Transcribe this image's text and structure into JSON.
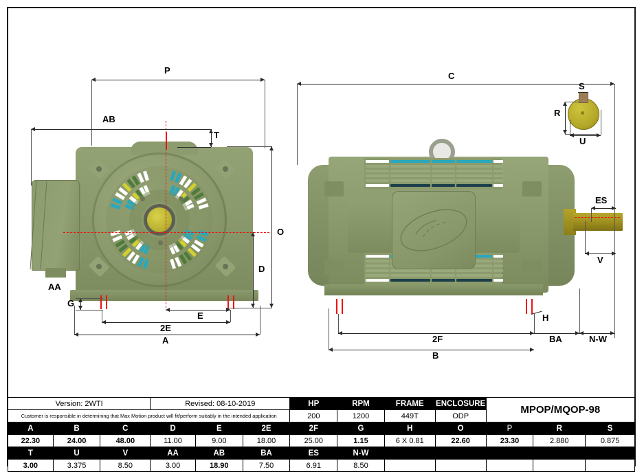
{
  "drawing": {
    "left_view_labels": [
      "P",
      "AB",
      "T",
      "O",
      "D",
      "AA",
      "G",
      "E",
      "2E",
      "A"
    ],
    "right_view_labels": [
      "C",
      "S",
      "R",
      "U",
      "ES",
      "V",
      "H",
      "2F",
      "BA",
      "N-W",
      "B"
    ],
    "label_P": "P",
    "label_AB": "AB",
    "label_T": "T",
    "label_O": "O",
    "label_D": "D",
    "label_AA": "AA",
    "label_G": "G",
    "label_E": "E",
    "label_2E": "2E",
    "label_A": "A",
    "label_C": "C",
    "label_S": "S",
    "label_R": "R",
    "label_U": "U",
    "label_ES": "ES",
    "label_V": "V",
    "label_H": "H",
    "label_2F": "2F",
    "label_BA": "BA",
    "label_NW": "N-W",
    "label_B": "B"
  },
  "titleblock": {
    "version": "Version: 2WTI",
    "revised": "Revised: 08-10-2019",
    "disclaimer": "Customer is responsible in determining that Max Motion product will fit/perform suitably in the intended application",
    "model": "MPOP/MQOP-98",
    "spec_headers": [
      "HP",
      "RPM",
      "FRAME",
      "ENCLOSURE"
    ],
    "spec_values": [
      "200",
      "1200",
      "449T",
      "ODP"
    ]
  },
  "dimension_table": {
    "row1_headers": [
      "A",
      "B",
      "C",
      "D",
      "E",
      "2E",
      "2F",
      "G",
      "H",
      "O",
      "P",
      "R",
      "S"
    ],
    "row1_values": [
      "22.30",
      "24.00",
      "48.00",
      "11.00",
      "9.00",
      "18.00",
      "25.00",
      "1.15",
      "6 X 0.81",
      "22.60",
      "23.30",
      "2.880",
      "0.875"
    ],
    "row1_bold": [
      true,
      true,
      true,
      false,
      false,
      false,
      false,
      true,
      false,
      true,
      true,
      false,
      false
    ],
    "row2_headers": [
      "T",
      "U",
      "V",
      "AA",
      "AB",
      "BA",
      "ES",
      "N-W",
      "",
      "",
      "",
      "",
      ""
    ],
    "row2_values": [
      "3.00",
      "3.375",
      "8.50",
      "3.00",
      "18.90",
      "7.50",
      "6.91",
      "8.50",
      "",
      "",
      "",
      "",
      ""
    ],
    "row2_bold": [
      true,
      false,
      false,
      false,
      true,
      false,
      false,
      false,
      false,
      false,
      false,
      false,
      false
    ]
  },
  "colors": {
    "motor_green": "#8d9c6e",
    "motor_green_dark": "#76855a",
    "shaft_gold": "#b3a728",
    "centerline_red": "#ee1111",
    "vent_cyan": "#2aa8bd",
    "vent_yellow": "#d4d02e",
    "header_black": "#000000"
  }
}
